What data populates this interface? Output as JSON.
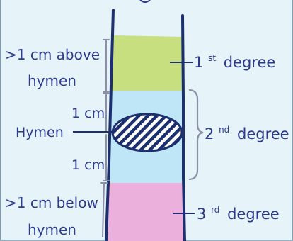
{
  "colors": {
    "background": "#e6f3f9",
    "border": "#7d9cb4",
    "ink": "#2b3a8c",
    "wall": "#1c2f6e",
    "first_degree": "#c8df80",
    "second_degree": "#bfe6f6",
    "third_degree": "#ecb0dc",
    "measure": "#8b8fa8"
  },
  "labels": {
    "above_line1": ">1 cm above",
    "above_line2": "hymen",
    "upper_cm": "1 cm",
    "hymen": "Hymen",
    "lower_cm": "1 cm",
    "below_line1": ">1 cm below",
    "below_line2": "hymen"
  },
  "degrees": {
    "first": {
      "number": "1",
      "suffix": "st",
      "word": "degree"
    },
    "second": {
      "number": "2",
      "suffix": "nd",
      "word": "degree"
    },
    "third": {
      "number": "3",
      "suffix": "rd",
      "word": "degree"
    }
  }
}
